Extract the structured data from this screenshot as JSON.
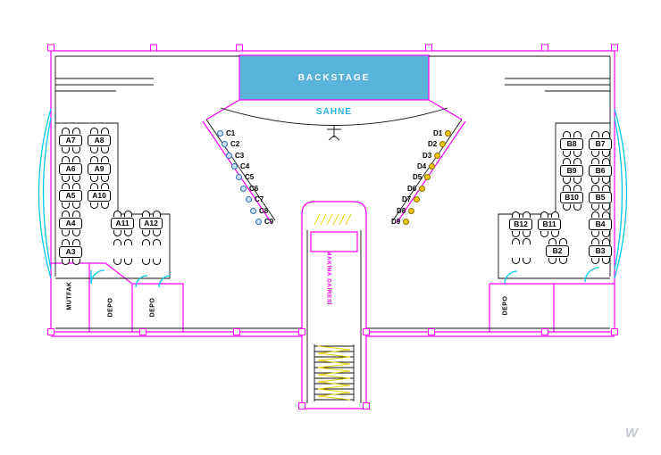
{
  "colors": {
    "wall_magenta": "#ff00ff",
    "accent_cyan": "#00c8e8",
    "backstage_fill": "#58b4d8",
    "seat_c_fill": "#cfe0f2",
    "seat_c_border": "#2e6cb5",
    "seat_d_fill": "#f4c60a",
    "stair_hatch_yellow": "#e3d300"
  },
  "stage": {
    "backstage_label": "BACKSTAGE",
    "stage_label": "SAHNE"
  },
  "tables_a": [
    "A7",
    "A8",
    "A6",
    "A9",
    "A5",
    "A10",
    "A4",
    "A11",
    "A12",
    "A3"
  ],
  "tables_b": [
    "B8",
    "B7",
    "B9",
    "B6",
    "B10",
    "B5",
    "B12",
    "B11",
    "B4",
    "B2",
    "B3"
  ],
  "seats_c": [
    "C1",
    "C2",
    "C3",
    "C4",
    "C5",
    "C6",
    "C7",
    "C8",
    "C9"
  ],
  "seats_d": [
    "D1",
    "D2",
    "D3",
    "D4",
    "D5",
    "D6",
    "D7",
    "D8",
    "D9"
  ],
  "rooms": {
    "kitchen": "MUTFAK",
    "depo_left_1": "DEPO",
    "depo_left_2": "DEPO",
    "depo_right": "DEPO",
    "machine_room": "MAKİNA DAİRESİ"
  },
  "watermark": "W"
}
